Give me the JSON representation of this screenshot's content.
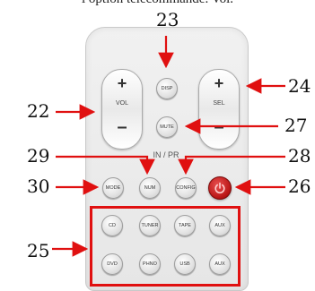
{
  "caption_fragment": "ı option telecommande. Vol.",
  "remote": {
    "vol_rocker": {
      "plus": "+",
      "label": "VOL",
      "minus": "–"
    },
    "sel_rocker": {
      "plus": "+",
      "label": "SEL",
      "minus": "–"
    },
    "disp_label": "DISP",
    "mute_label": "MUTE",
    "in_pr_label": "IN / PR",
    "mode_label": "MODE",
    "num_label": "NUM",
    "config_label": "CONFIG",
    "source_row1": [
      "CD",
      "TUNER",
      "TAPE",
      "AUX"
    ],
    "source_row2": [
      "DVD",
      "PHNO",
      "USB",
      "AUX"
    ]
  },
  "callouts": {
    "n22": "22",
    "n23": "23",
    "n24": "24",
    "n25": "25",
    "n26": "26",
    "n27": "27",
    "n28": "28",
    "n29": "29",
    "n30": "30"
  },
  "colors": {
    "arrow": "#e01010",
    "power": "#c21818",
    "group_box": "#e01010"
  }
}
